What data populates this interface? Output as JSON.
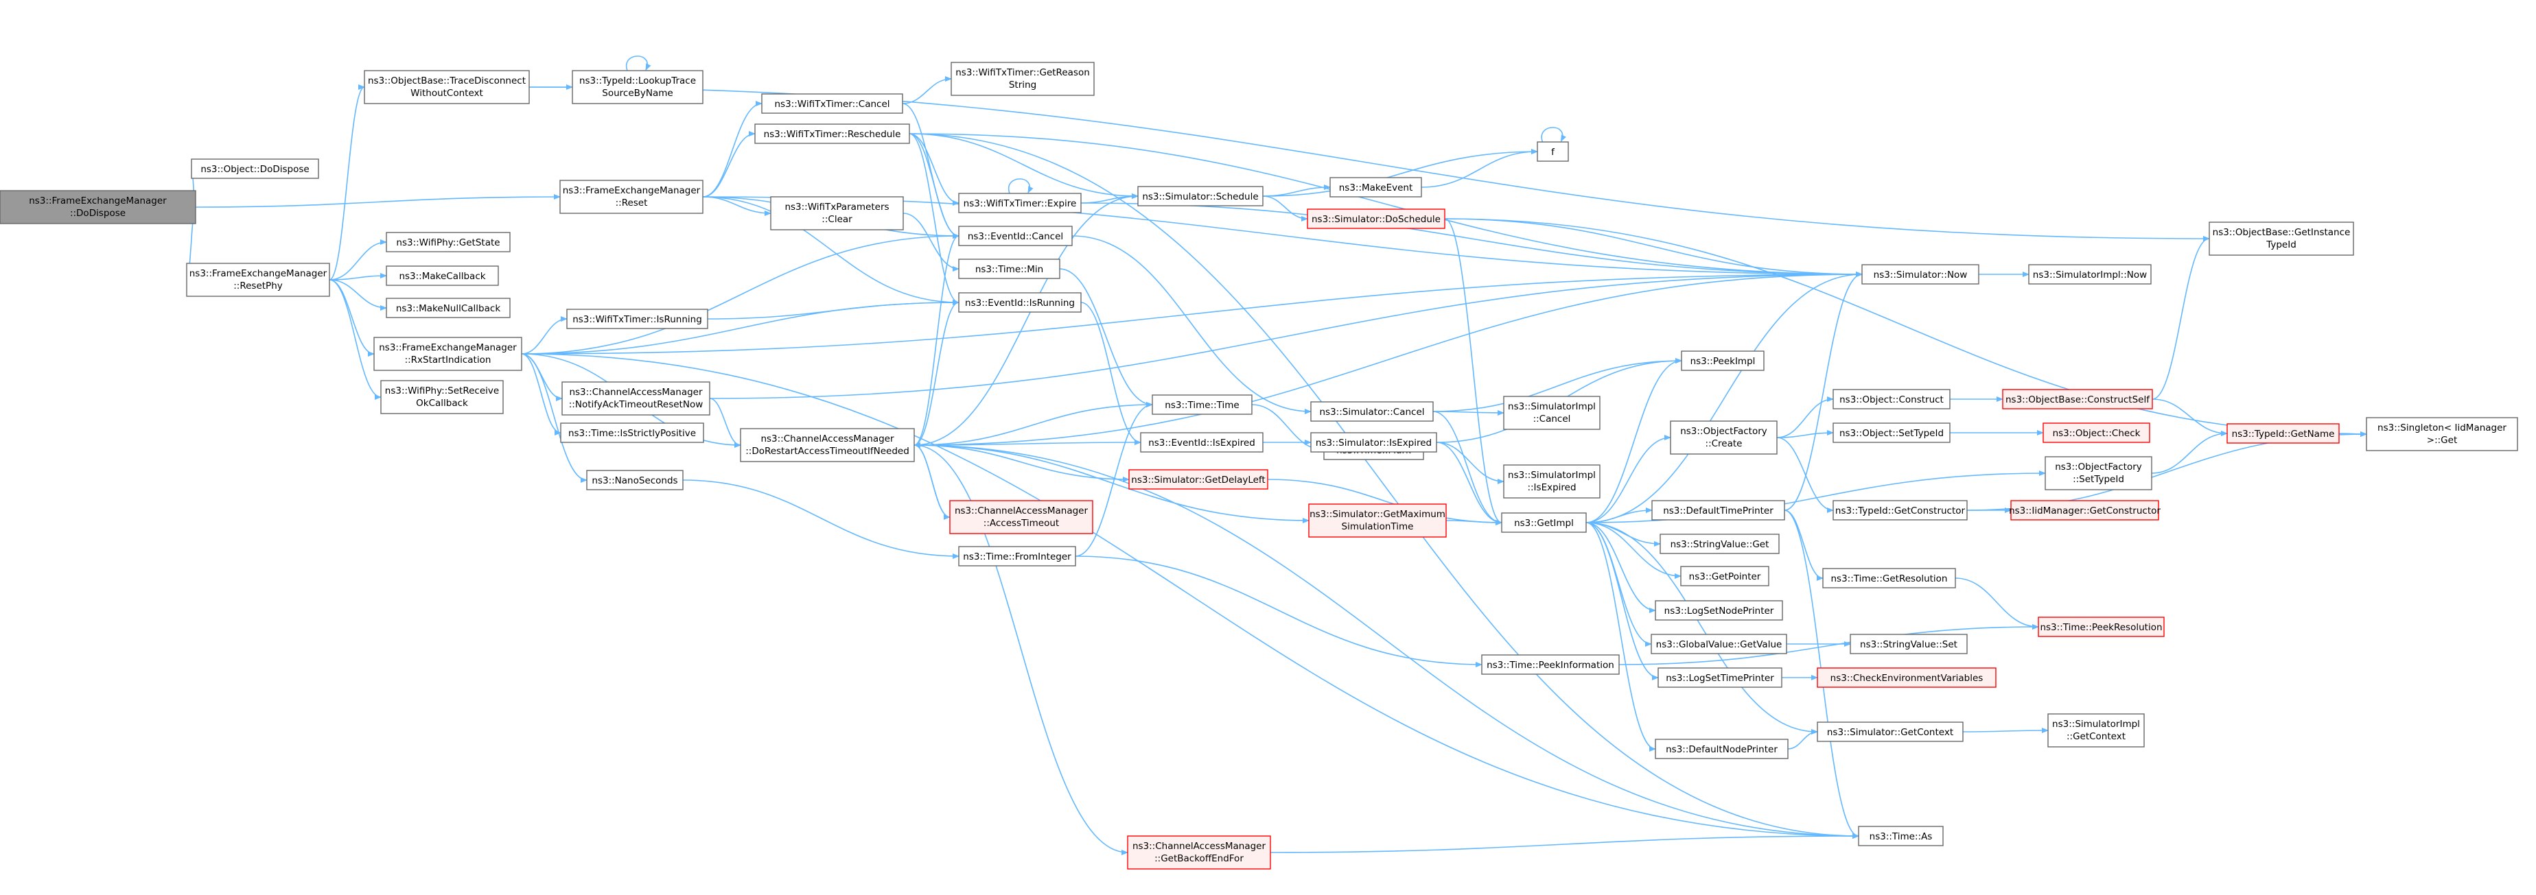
{
  "colors": {
    "edge": "#63b8ff",
    "node_border": "#666666",
    "node_fill": "#ffffff",
    "root_fill": "#999999",
    "root_border": "#666666",
    "truncated_border": "#ff0000",
    "truncated_fill": "#fff0f0"
  },
  "nodes": [
    {
      "id": "root",
      "lines": [
        "ns3::FrameExchangeManager",
        "::DoDispose"
      ],
      "style": "root"
    },
    {
      "id": "obj_dodispose",
      "lines": [
        "ns3::Object::DoDispose"
      ],
      "style": "normal"
    },
    {
      "id": "resetphy",
      "lines": [
        "ns3::FrameExchangeManager",
        "::ResetPhy"
      ],
      "style": "normal"
    },
    {
      "id": "tracedisc",
      "lines": [
        "ns3::ObjectBase::TraceDisconnect",
        "WithoutContext"
      ],
      "style": "normal"
    },
    {
      "id": "lookuptrace",
      "lines": [
        "ns3::TypeId::LookupTrace",
        "SourceByName"
      ],
      "style": "normal"
    },
    {
      "id": "fem_reset",
      "lines": [
        "ns3::FrameExchangeManager",
        "::Reset"
      ],
      "style": "normal"
    },
    {
      "id": "getstate",
      "lines": [
        "ns3::WifiPhy::GetState"
      ],
      "style": "normal"
    },
    {
      "id": "makecallback",
      "lines": [
        "ns3::MakeCallback"
      ],
      "style": "normal"
    },
    {
      "id": "makenullcb",
      "lines": [
        "ns3::MakeNullCallback"
      ],
      "style": "normal"
    },
    {
      "id": "rxstart",
      "lines": [
        "ns3::FrameExchangeManager",
        "::RxStartIndication"
      ],
      "style": "normal"
    },
    {
      "id": "setreceiveok",
      "lines": [
        "ns3::WifiPhy::SetReceive",
        "OkCallback"
      ],
      "style": "normal"
    },
    {
      "id": "txtimer_cancel",
      "lines": [
        "ns3::WifiTxTimer::Cancel"
      ],
      "style": "normal"
    },
    {
      "id": "txtimer_resched",
      "lines": [
        "ns3::WifiTxTimer::Reschedule"
      ],
      "style": "normal"
    },
    {
      "id": "getreason",
      "lines": [
        "ns3::WifiTxTimer::GetReason",
        "String"
      ],
      "style": "normal"
    },
    {
      "id": "txparams_clear",
      "lines": [
        "ns3::WifiTxParameters",
        "::Clear"
      ],
      "style": "normal"
    },
    {
      "id": "txtimer_expire",
      "lines": [
        "ns3::WifiTxTimer::Expire"
      ],
      "style": "normal"
    },
    {
      "id": "eventid_cancel",
      "lines": [
        "ns3::EventId::Cancel"
      ],
      "style": "normal"
    },
    {
      "id": "time_min",
      "lines": [
        "ns3::Time::Min"
      ],
      "style": "normal"
    },
    {
      "id": "eventid_isrunning",
      "lines": [
        "ns3::EventId::IsRunning"
      ],
      "style": "normal"
    },
    {
      "id": "txtimer_isrunning",
      "lines": [
        "ns3::WifiTxTimer::IsRunning"
      ],
      "style": "normal"
    },
    {
      "id": "cam_notifyack",
      "lines": [
        "ns3::ChannelAccessManager",
        "::NotifyAckTimeoutResetNow"
      ],
      "style": "normal"
    },
    {
      "id": "time_isstrictly",
      "lines": [
        "ns3::Time::IsStrictlyPositive"
      ],
      "style": "normal"
    },
    {
      "id": "cam_dorestart",
      "lines": [
        "ns3::ChannelAccessManager",
        "::DoRestartAccessTimeoutIfNeeded"
      ],
      "style": "normal"
    },
    {
      "id": "nanoseconds",
      "lines": [
        "ns3::NanoSeconds"
      ],
      "style": "normal"
    },
    {
      "id": "cam_accesstimeout",
      "lines": [
        "ns3::ChannelAccessManager",
        "::AccessTimeout"
      ],
      "style": "truncated"
    },
    {
      "id": "time_frominteger",
      "lines": [
        "ns3::Time::FromInteger"
      ],
      "style": "normal"
    },
    {
      "id": "cam_getbackoff",
      "lines": [
        "ns3::ChannelAccessManager",
        "::GetBackoffEndFor"
      ],
      "style": "truncated"
    },
    {
      "id": "sim_schedule",
      "lines": [
        "ns3::Simulator::Schedule"
      ],
      "style": "normal"
    },
    {
      "id": "makeevent",
      "lines": [
        "ns3::MakeEvent"
      ],
      "style": "normal"
    },
    {
      "id": "f",
      "lines": [
        "f"
      ],
      "style": "normal"
    },
    {
      "id": "sim_doschedule",
      "lines": [
        "ns3::Simulator::DoSchedule"
      ],
      "style": "truncated"
    },
    {
      "id": "sim_cancel",
      "lines": [
        "ns3::Simulator::Cancel"
      ],
      "style": "normal"
    },
    {
      "id": "simimpl_cancel",
      "lines": [
        "ns3::SimulatorImpl",
        "::Cancel"
      ],
      "style": "normal"
    },
    {
      "id": "time_time",
      "lines": [
        "ns3::Time::Time"
      ],
      "style": "normal"
    },
    {
      "id": "time_mark",
      "lines": [
        "ns3::Time::Mark"
      ],
      "style": "normal"
    },
    {
      "id": "eventid_isexpired",
      "lines": [
        "ns3::EventId::IsExpired"
      ],
      "style": "normal"
    },
    {
      "id": "sim_isexpired",
      "lines": [
        "ns3::Simulator::IsExpired"
      ],
      "style": "normal"
    },
    {
      "id": "simimpl_isexpired",
      "lines": [
        "ns3::SimulatorImpl",
        "::IsExpired"
      ],
      "style": "normal"
    },
    {
      "id": "sim_getdelayleft",
      "lines": [
        "ns3::Simulator::GetDelayLeft"
      ],
      "style": "truncated"
    },
    {
      "id": "sim_getmaxsim",
      "lines": [
        "ns3::Simulator::GetMaximum",
        "SimulationTime"
      ],
      "style": "truncated"
    },
    {
      "id": "getimpl",
      "lines": [
        "ns3::GetImpl"
      ],
      "style": "normal"
    },
    {
      "id": "time_peekinfo",
      "lines": [
        "ns3::Time::PeekInformation"
      ],
      "style": "normal"
    },
    {
      "id": "peekimpl",
      "lines": [
        "ns3::PeekImpl"
      ],
      "style": "normal"
    },
    {
      "id": "objfactory_create",
      "lines": [
        "ns3::ObjectFactory",
        "::Create"
      ],
      "style": "normal"
    },
    {
      "id": "obj_construct",
      "lines": [
        "ns3::Object::Construct"
      ],
      "style": "normal"
    },
    {
      "id": "objbase_constructself",
      "lines": [
        "ns3::ObjectBase::ConstructSelf"
      ],
      "style": "truncated"
    },
    {
      "id": "obj_settypeid",
      "lines": [
        "ns3::Object::SetTypeId"
      ],
      "style": "normal"
    },
    {
      "id": "obj_check",
      "lines": [
        "ns3::Object::Check"
      ],
      "style": "truncated"
    },
    {
      "id": "objfactory_settypeid",
      "lines": [
        "ns3::ObjectFactory",
        "::SetTypeId"
      ],
      "style": "normal"
    },
    {
      "id": "typeid_getname",
      "lines": [
        "ns3::TypeId::GetName"
      ],
      "style": "truncated"
    },
    {
      "id": "typeid_getconstructor",
      "lines": [
        "ns3::TypeId::GetConstructor"
      ],
      "style": "normal"
    },
    {
      "id": "iidmgr_getconstructor",
      "lines": [
        "ns3::IidManager::GetConstructor"
      ],
      "style": "truncated"
    },
    {
      "id": "singleton_get",
      "lines": [
        "ns3::Singleton< IidManager",
        " >::Get"
      ],
      "style": "normal"
    },
    {
      "id": "sim_now",
      "lines": [
        "ns3::Simulator::Now"
      ],
      "style": "normal"
    },
    {
      "id": "simimpl_now",
      "lines": [
        "ns3::SimulatorImpl::Now"
      ],
      "style": "normal"
    },
    {
      "id": "objbase_getinstancetypeid",
      "lines": [
        "ns3::ObjectBase::GetInstance",
        "TypeId"
      ],
      "style": "normal"
    },
    {
      "id": "defaulttimeprinter",
      "lines": [
        "ns3::DefaultTimePrinter"
      ],
      "style": "normal"
    },
    {
      "id": "stringvalue_get",
      "lines": [
        "ns3::StringValue::Get"
      ],
      "style": "normal"
    },
    {
      "id": "getpointer",
      "lines": [
        "ns3::GetPointer"
      ],
      "style": "normal"
    },
    {
      "id": "lognodeprinter",
      "lines": [
        "ns3::LogSetNodePrinter"
      ],
      "style": "normal"
    },
    {
      "id": "globalvalue_getvalue",
      "lines": [
        "ns3::GlobalValue::GetValue"
      ],
      "style": "normal"
    },
    {
      "id": "stringvalue_set",
      "lines": [
        "ns3::StringValue::Set"
      ],
      "style": "normal"
    },
    {
      "id": "logsettimeprinter",
      "lines": [
        "ns3::LogSetTimePrinter"
      ],
      "style": "normal"
    },
    {
      "id": "checkenv",
      "lines": [
        "ns3::CheckEnvironmentVariables"
      ],
      "style": "truncated"
    },
    {
      "id": "time_getresolution",
      "lines": [
        "ns3::Time::GetResolution"
      ],
      "style": "normal"
    },
    {
      "id": "time_peekresolution",
      "lines": [
        "ns3::Time::PeekResolution"
      ],
      "style": "truncated"
    },
    {
      "id": "defaultnodeprinter",
      "lines": [
        "ns3::DefaultNodePrinter"
      ],
      "style": "normal"
    },
    {
      "id": "sim_getcontext",
      "lines": [
        "ns3::Simulator::GetContext"
      ],
      "style": "normal"
    },
    {
      "id": "simimpl_getcontext",
      "lines": [
        "ns3::SimulatorImpl",
        "::GetContext"
      ],
      "style": "normal"
    },
    {
      "id": "time_as",
      "lines": [
        "ns3::Time::As"
      ],
      "style": "normal"
    }
  ]
}
